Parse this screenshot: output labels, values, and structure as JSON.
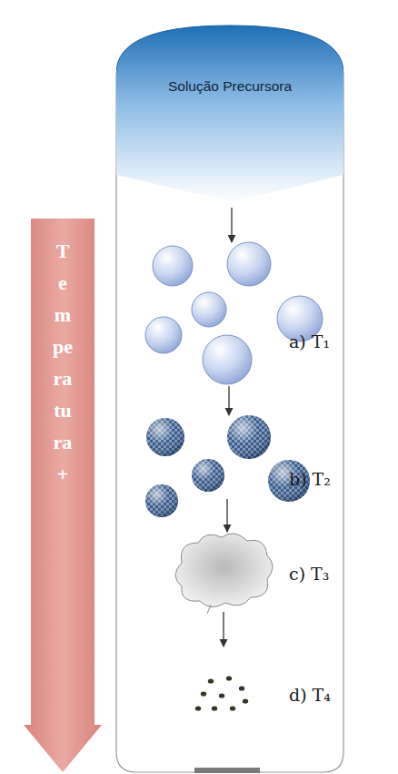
{
  "diagram": {
    "nodes": [
      {
        "text": [
          "Solução Precursora"
        ]
      },
      {
        "text": [
          "Temperatura +"
        ]
      }
    ],
    "labels": [
      "a) T₁",
      "b) T₂",
      "c) T₃",
      "d) T₄"
    ]
  }
}
